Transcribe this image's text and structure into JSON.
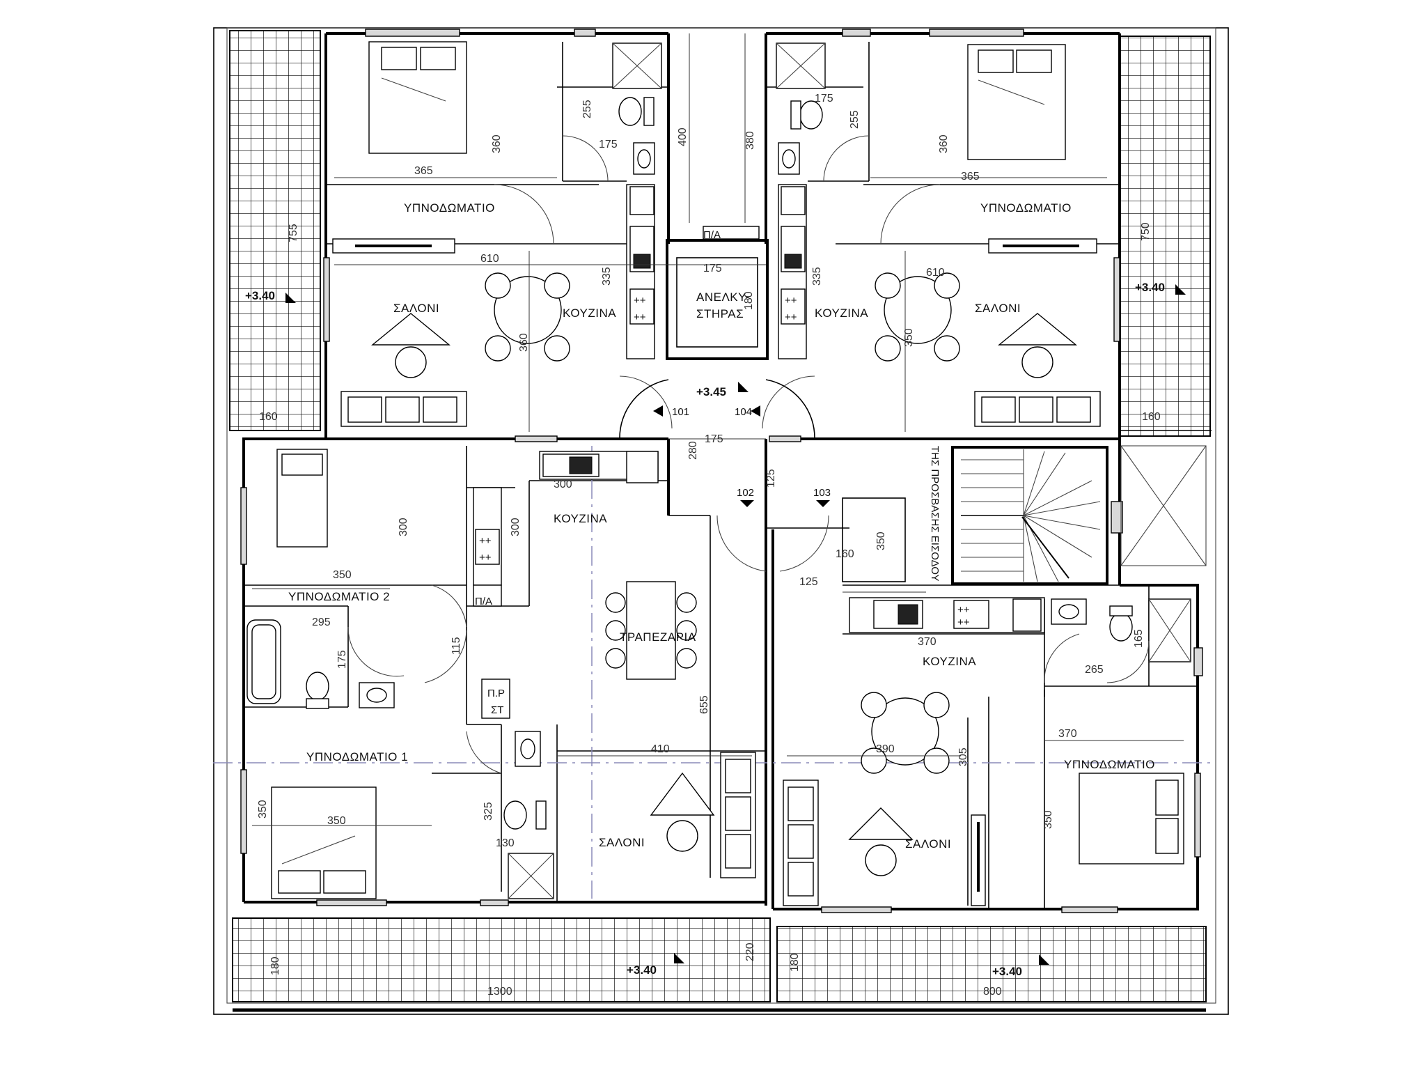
{
  "rooms": {
    "bedroom_tl": "ΥΠΝΟΔΩΜΑΤΙΟ",
    "bedroom_tr": "ΥΠΝΟΔΩΜΑΤΙΟ",
    "living_tl": "ΣΑΛΟΝΙ",
    "living_tr": "ΣΑΛΟΝΙ",
    "kitchen_tl": "ΚΟΥΖΙΝΑ",
    "kitchen_tr": "ΚΟΥΖΙΝΑ",
    "lift_1": "ΑΝΕΛΚΥ-",
    "lift_2": "ΣΤΗΡΑΣ",
    "bedroom_2": "ΥΠΝΟΔΩΜΑΤΙΟ 2",
    "bedroom_1": "ΥΠΝΟΔΩΜΑΤΙΟ 1",
    "kitchen_bl": "ΚΟΥΖΙΝΑ",
    "dining": "ΤΡΑΠΕΖΑΡΙΑ",
    "living_bl": "ΣΑΛΟΝΙ",
    "kitchen_br": "ΚΟΥΖΙΝΑ",
    "living_br": "ΣΑΛΟΝΙ",
    "bedroom_br": "ΥΠΝΟΔΩΜΑΤΙΟ",
    "wm_top": "Π/Α",
    "wm_left": "Π/Α",
    "laundry_1": "Π.Ρ",
    "laundry_2": "ΣΤ"
  },
  "levels": {
    "tl": "+3.40",
    "tr": "+3.40",
    "center": "+3.45",
    "bl": "+3.40",
    "br": "+3.40"
  },
  "units": {
    "u101": "101",
    "u104": "104",
    "u102": "102",
    "u103": "103"
  },
  "dimensions": {
    "d255a": "255",
    "d175a": "175",
    "d400": "400",
    "d380a": "380",
    "d175b": "175",
    "d255b": "255",
    "d360a": "360",
    "d365a": "365",
    "d360b": "360",
    "d365b": "365",
    "d755": "755",
    "d750": "750",
    "d610a": "610",
    "d610b": "610",
    "d335a": "335",
    "d335b": "335",
    "d175c": "175",
    "d180a": "180",
    "d360c": "360",
    "d350a": "350",
    "d160a": "160",
    "d160b": "160",
    "d175d": "175",
    "d280": "280",
    "d300a": "300",
    "d300b": "300",
    "d300c": "300",
    "d125a": "125",
    "d125b": "125",
    "d350b": "350",
    "d295": "295",
    "d175e": "175",
    "d115": "115",
    "d370a": "370",
    "d165": "165",
    "d265": "265",
    "d160c": "160",
    "d655": "655",
    "d410": "410",
    "d390": "390",
    "d305": "305",
    "d370b": "370",
    "d350c": "350",
    "d350d": "350",
    "d325": "325",
    "d130": "130",
    "d350e": "350",
    "d180b": "180",
    "d220": "220",
    "d180c": "180",
    "d1300": "1300",
    "d800": "800"
  },
  "stair": {
    "label": "ΤΗΣ ΠΡΟΣΒΑΣΗΣ ΕΙΣΟΔΟΥ"
  }
}
